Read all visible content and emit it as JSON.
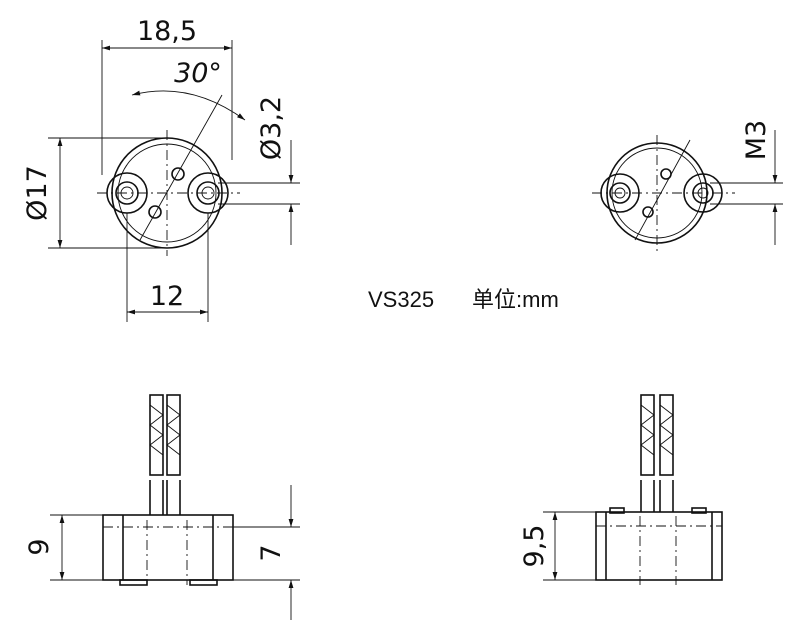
{
  "model": "VS325",
  "unit_label": "单位:mm",
  "dims": {
    "width_top": "18,5",
    "angle": "30°",
    "hole_dia": "Ø3,2",
    "body_dia": "Ø17",
    "pin_spacing": "12",
    "thread": "M3",
    "height_left": "9",
    "height_left_inner": "7",
    "height_right": "9,5"
  }
}
